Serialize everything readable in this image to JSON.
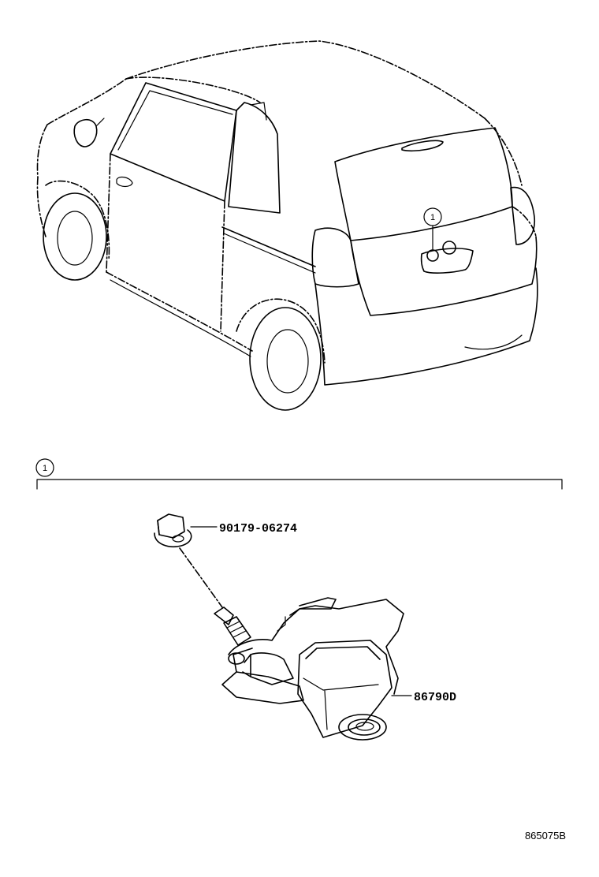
{
  "callouts": {
    "location_marker": "1",
    "section_marker": "1"
  },
  "parts": [
    {
      "part_number": "90179-06274"
    },
    {
      "part_number": "86790D"
    }
  ],
  "drawing_ref": "865075B"
}
